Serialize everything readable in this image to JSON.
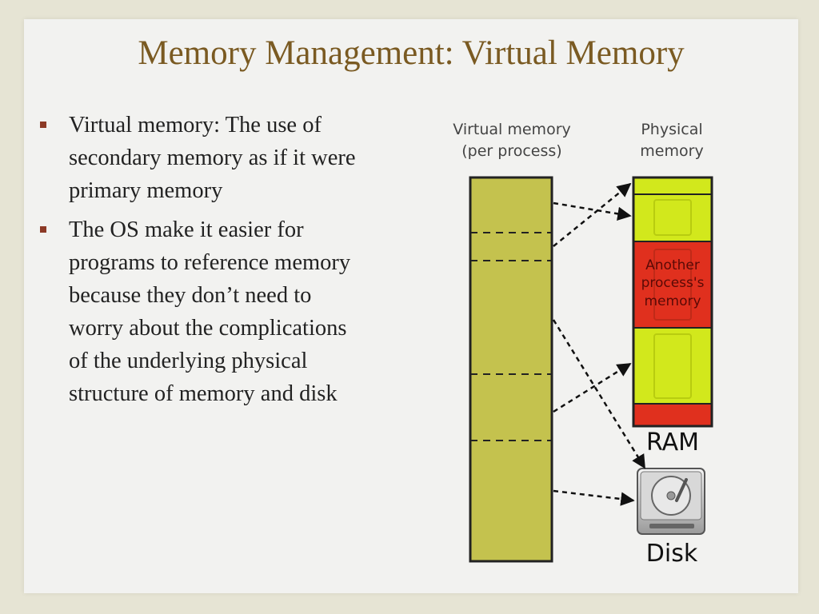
{
  "slide": {
    "title": "Memory Management: Virtual Memory",
    "bullets": [
      {
        "text": "Virtual memory: The use of secondary memory as if it were primary memory"
      },
      {
        "text": "The OS make it easier for programs to reference memory because they don’t need to worry about the complications of the underlying physical structure of memory and disk"
      }
    ]
  },
  "diagram": {
    "virtual_label_line1": "Virtual memory",
    "virtual_label_line2": "(per process)",
    "physical_label_line1": "Physical",
    "physical_label_line2": "memory",
    "other_process_line1": "Another",
    "other_process_line2": "process's",
    "other_process_line3": "memory",
    "ram_label": "RAM",
    "disk_label": "Disk",
    "colors": {
      "virtual_fill": "#c4c24e",
      "ram_green": "#d2e81c",
      "ram_red": "#e0301e",
      "title": "#7a5a22"
    }
  }
}
